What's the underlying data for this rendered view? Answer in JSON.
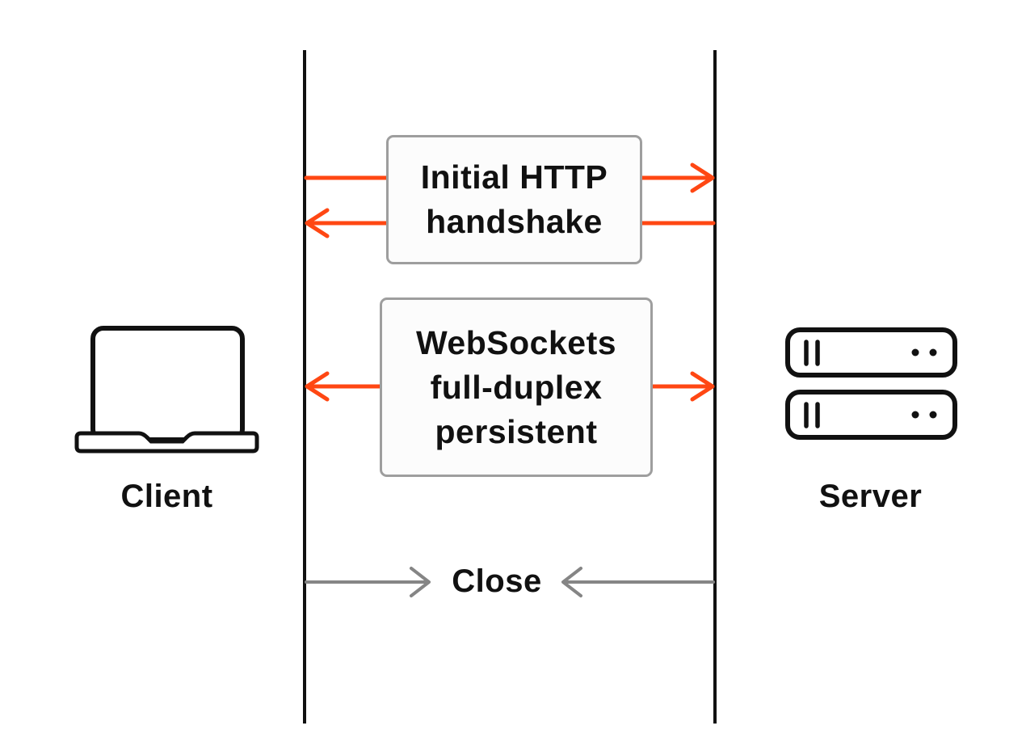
{
  "diagram": {
    "title": "WebSockets client-server sequence diagram",
    "nodes": {
      "client": {
        "label": "Client",
        "icon": "laptop-icon"
      },
      "server": {
        "label": "Server",
        "icon": "server-icon"
      }
    },
    "boxes": {
      "http": {
        "lines": [
          "Initial HTTP",
          "handshake"
        ]
      },
      "ws": {
        "lines": [
          "WebSockets",
          "full-duplex",
          "persistent"
        ]
      }
    },
    "close_label": "Close",
    "arrows": [
      {
        "name": "http-request",
        "from": "client",
        "to": "server",
        "color": "orange",
        "through": "http-box"
      },
      {
        "name": "http-response",
        "from": "server",
        "to": "client",
        "color": "orange",
        "through": "http-box"
      },
      {
        "name": "ws-to-client",
        "from": "ws-box",
        "to": "client",
        "color": "orange"
      },
      {
        "name": "ws-to-server",
        "from": "ws-box",
        "to": "server",
        "color": "orange"
      },
      {
        "name": "close-from-client",
        "from": "client",
        "to": "close-label",
        "color": "gray"
      },
      {
        "name": "close-from-server",
        "from": "server",
        "to": "close-label",
        "color": "gray"
      }
    ]
  },
  "colors": {
    "arrow_orange": "#FF4713",
    "arrow_gray": "#858585",
    "lifeline": "#111111",
    "box_border": "#9E9E9E",
    "box_bg": "#FCFCFC",
    "text": "#111111",
    "background": "#FFFFFF"
  }
}
